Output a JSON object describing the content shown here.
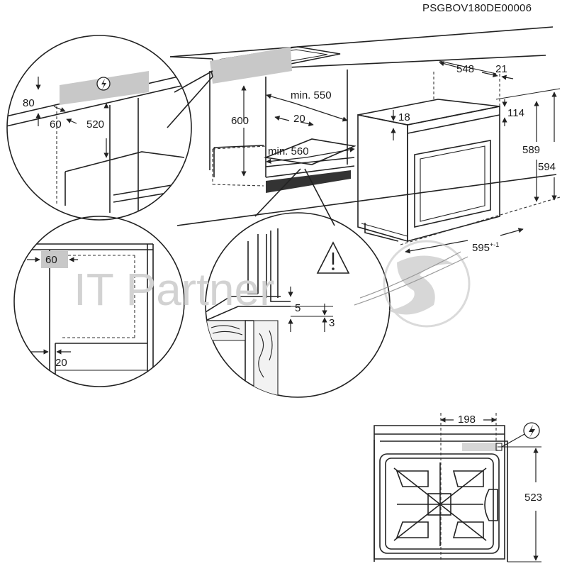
{
  "document_code": "PSGBOV180DE00006",
  "watermark_text": "IT Partner",
  "colors": {
    "line": "#222222",
    "shade": "#c8c8c8",
    "watermark": "#d2d2d2"
  },
  "icons": [
    "electric-warning-icon",
    "warning-triangle-icon",
    "swoosh-logo"
  ],
  "dimensions": {
    "cabinet_height": "600",
    "cabinet_min_depth": "min. 550",
    "cabinet_gap": "20",
    "cabinet_min_width": "min. 560",
    "oven_depth": "548",
    "oven_front": "21",
    "oven_top_gap": "18",
    "oven_panel": "114",
    "oven_body_height": "589",
    "oven_total_height": "594",
    "oven_width": "595",
    "oven_width_tolerance": "+-1",
    "detail_top_80": "80",
    "detail_top_60": "60",
    "detail_top_520": "520",
    "detail_side_60": "60",
    "detail_side_20": "20",
    "detail_front_5": "5",
    "detail_front_3": "3",
    "plan_198": "198",
    "plan_523": "523"
  }
}
